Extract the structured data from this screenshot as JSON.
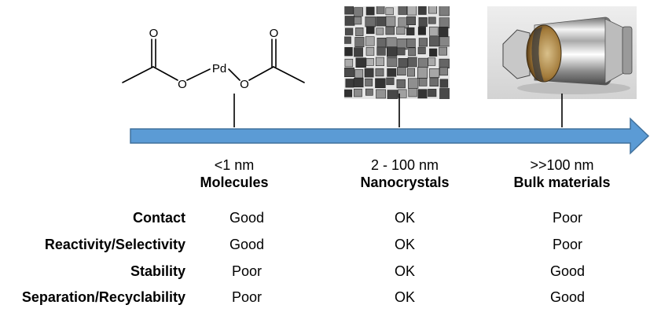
{
  "molecule": {
    "metal_label": "Pd",
    "oxygen_label": "O"
  },
  "scales": [
    {
      "size": "<1 nm",
      "category": "Molecules"
    },
    {
      "size": "2 - 100 nm",
      "category": "Nanocrystals"
    },
    {
      "size": ">>100 nm",
      "category": "Bulk materials"
    }
  ],
  "rows": [
    {
      "label": "Contact",
      "values": [
        "Good",
        "OK",
        "Poor"
      ]
    },
    {
      "label": "Reactivity/Selectivity",
      "values": [
        "Good",
        "OK",
        "Poor"
      ]
    },
    {
      "label": "Stability",
      "values": [
        "Poor",
        "OK",
        "Good"
      ]
    },
    {
      "label": "Separation/Recyclability",
      "values": [
        "Poor",
        "OK",
        "Good"
      ]
    }
  ],
  "colors": {
    "arrow_fill": "#5b9bd5",
    "arrow_stroke": "#41719c"
  },
  "images": {
    "nanocrystals": "nanocrystal-tem-image",
    "bulk": "catalytic-converter-image"
  }
}
